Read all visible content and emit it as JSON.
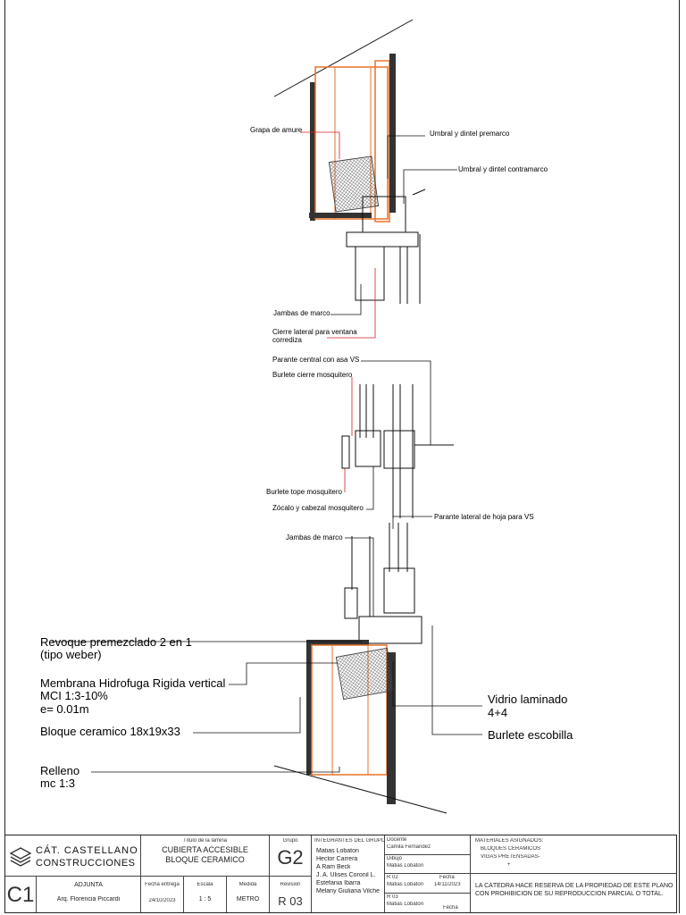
{
  "labels": {
    "grapa": "Grapa de amure",
    "umbral_premarco": "Umbral y dintel premarco",
    "umbral_contramarco": "Umbral y dintel contramarco",
    "jambas_marco_top": "Jambas de marco",
    "cierre_lateral_1": "Cierre lateral para ventana",
    "cierre_lateral_2": "corrediza",
    "parante_central": "Parante central con asa VS",
    "burlete_cierre": "Burlete cierre mosquitero",
    "burlete_tope": "Burlete tope mosquitero",
    "zocalo": "Zócalo y cabezal mosquitero",
    "parante_lateral": "Parante lateral de hoja para VS",
    "jambas_marco_mid": "Jambas de marco",
    "revoque_1": "Revoque premezclado 2 en 1",
    "revoque_2": "(tipo weber)",
    "membrana_1": "Membrana Hidrofuga Rigida vertical",
    "membrana_2": "MCI 1:3-10%",
    "membrana_3": "e= 0.01m",
    "bloque": "Bloque ceramico 18x19x33",
    "relleno_1": "Relleno",
    "relleno_2": "mc 1:3",
    "vidrio_1": "Vidrio laminado",
    "vidrio_2": "4+4",
    "burlete_escobilla": "Burlete escobilla"
  },
  "title_block": {
    "logo_line1": "CÁT. CASTELLANO",
    "logo_line2": "CONSTRUCCIONES",
    "sheet_code": "C1",
    "adjunta_label": "ADJUNTA",
    "adjunta_name": "Arq. Florencia Piccardi",
    "titulo_label": "Título de la lámina",
    "titulo_1": "CUBIERTA ACCESIBLE",
    "titulo_2": "BLOQUE CERAMICO",
    "fecha_label": "Fecha entrega",
    "fecha_value": "24/10/2023",
    "escala_label": "Escala",
    "escala_value": "1 : 5",
    "medida_label": "Medida",
    "medida_value": "METRO",
    "grupo_label": "Grupo",
    "grupo_value": "G2",
    "revision_label": "Revisión",
    "revision_value": "R 03",
    "integrantes_label": "INTEGRANTES DEL GRUPO",
    "integrantes": [
      "Matias Lobaton",
      "Hector Carrera",
      "A Ram Beck",
      "J. A. Ulises Coronil L.",
      "Estefania Ibarra",
      "Melany Giuliana Vilche"
    ],
    "docente_label": "Docente",
    "docente_value": "Camila Fernandez",
    "dibujo_label": "Dibujó",
    "dibujo_value": "Matias Lobaton",
    "r02_label": "R 02",
    "r02_value": "Matias Lobaton",
    "r02_fecha_label": "Fecha",
    "r02_fecha": "14/11/2023",
    "r03_label": "R 03",
    "r03_value": "Matias Lobaton",
    "r03_fecha_label": "Fecha",
    "materiales_label": "MATERIALES ASIGNADOS:",
    "materiales_1": "BLOQUES CERAMICOS",
    "materiales_2": "VIGAS PRETENSADAS-",
    "materiales_3": "+",
    "disclaimer": "LA CÁTEDRA HACE RESERVA DE LA PROPIEDAD DE ESTE PLANO CON PROHIBICION DE SU REPRODUCCION PARCIAL O TOTAL."
  },
  "colors": {
    "brick": "#e8722a",
    "leader_red": "#d42020",
    "line": "#111111",
    "insulation": "#b0b0b0"
  }
}
